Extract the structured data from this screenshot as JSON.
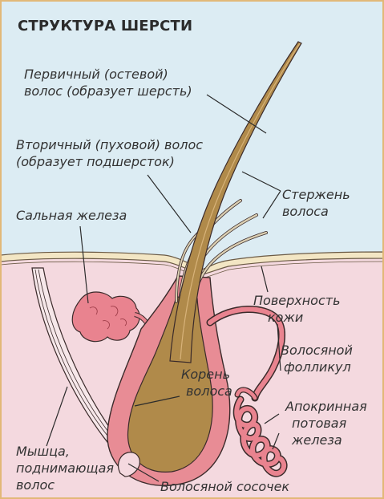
{
  "title": "СТРУКТУРА ШЕРСТИ",
  "labels": {
    "primary_hair": [
      "Первичный (остевой)",
      "волос (образует шерсть)"
    ],
    "secondary_hair": [
      "Вторичный (пуховой) волос",
      "(образует подшерсток)"
    ],
    "sebaceous_gland": "Сальная железа",
    "hair_shaft": [
      "Стержень",
      "волоса"
    ],
    "skin_surface": [
      "Поверхность",
      "кожи"
    ],
    "hair_follicle": [
      "Волосяной",
      "фолликул"
    ],
    "hair_root": [
      "Корень",
      "волоса"
    ],
    "apocrine_gland": [
      "Апокринная",
      "потовая",
      "железа"
    ],
    "arrector_muscle": [
      "Мышца,",
      "поднимающая",
      "волос"
    ],
    "hair_papilla": "Волосяной сосочек"
  },
  "colors": {
    "sky": "#dcecf3",
    "dermis": "#f4d9df",
    "hair": "#b08a4a",
    "follicle": "#e88c95",
    "gland": "#e9838f",
    "border": "#e2b878",
    "outline": "#3a2a2a"
  }
}
